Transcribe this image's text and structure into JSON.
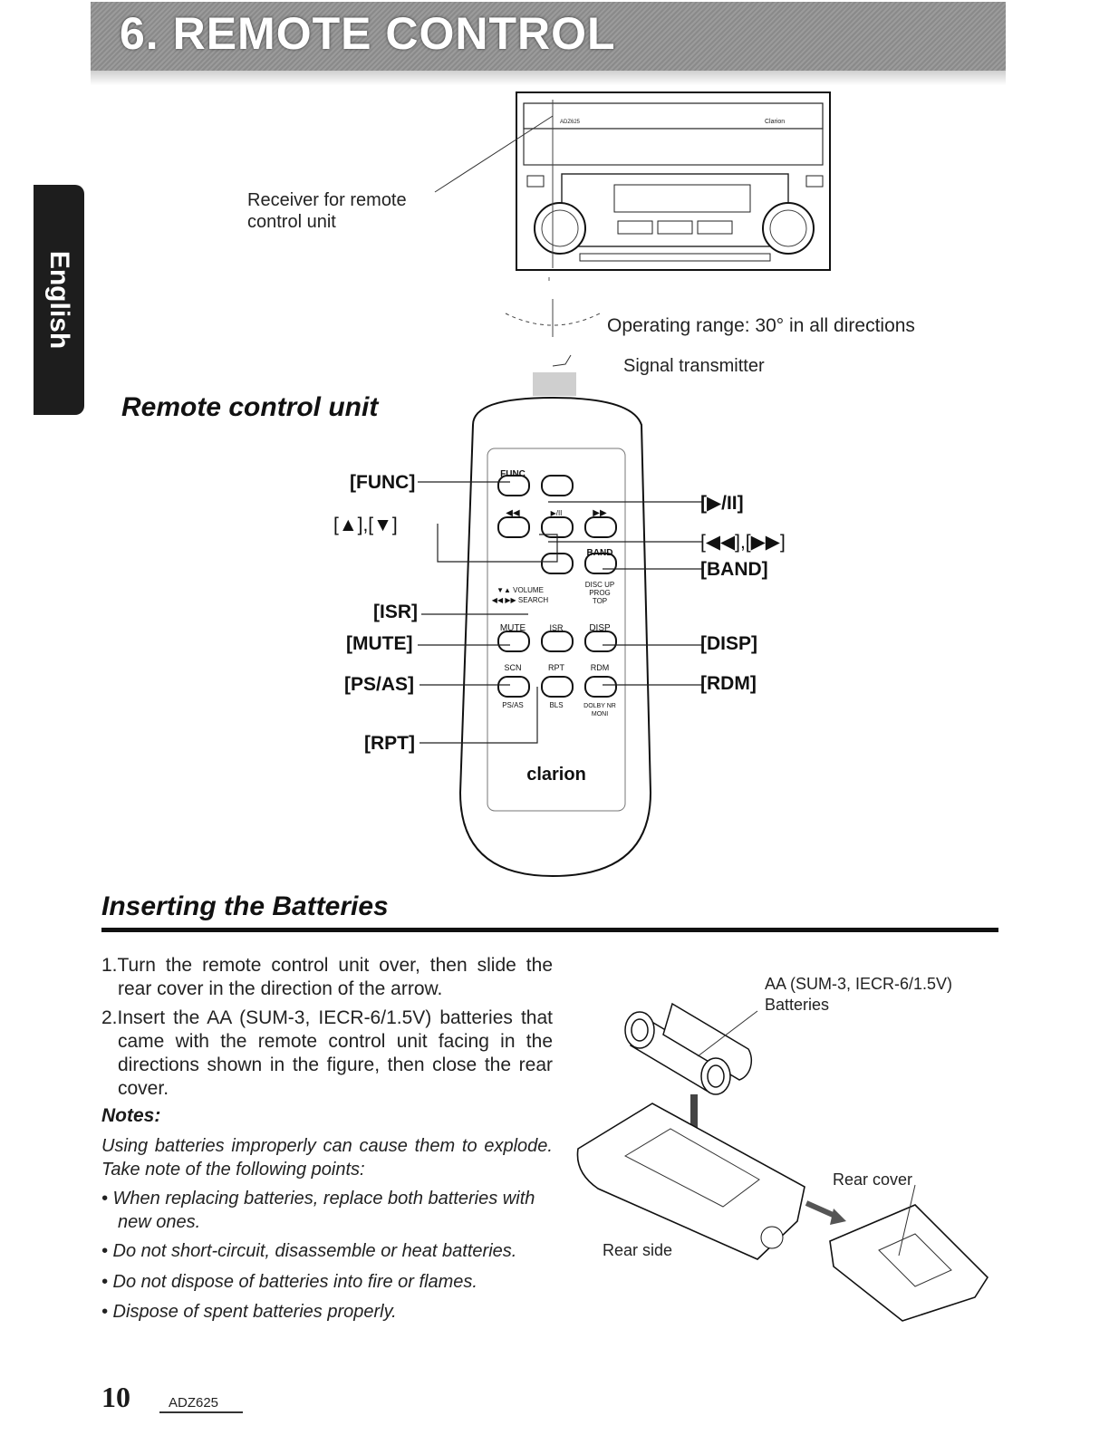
{
  "header": {
    "title": "6. REMOTE CONTROL"
  },
  "language_tab": {
    "label": "English"
  },
  "figure_top": {
    "device_brand_left": "ADZ625",
    "device_brand_right": "Clarion",
    "receiver_label_line1": "Receiver for remote",
    "receiver_label_line2": "control unit",
    "operating_range": "Operating range: 30° in all directions",
    "signal_transmitter": "Signal transmitter"
  },
  "remote_section": {
    "heading": "Remote control unit",
    "callouts_left": [
      "[FUNC]",
      "[▲],[▼]",
      "[ISR]",
      "[MUTE]",
      "[PS/AS]",
      "[RPT]"
    ],
    "callouts_right": [
      "[▶/II]",
      "[◀◀],[▶▶]",
      "[BAND]",
      "[DISP]",
      "[RDM]"
    ],
    "remote_labels": {
      "func": "FUNC",
      "rew": "◀◀",
      "playpause": "▶/II",
      "ff": "▶▶",
      "band": "BAND",
      "volume": "▼▲ VOLUME",
      "search": "◀◀ ▶▶ SEARCH",
      "disc_up": "DISC UP",
      "prog": "PROG",
      "top": "TOP",
      "mute": "MUTE",
      "isr": "ISR",
      "disp": "DISP",
      "scn": "SCN",
      "rpt": "RPT",
      "rdm": "RDM",
      "psas": "PS/AS",
      "bls": "BLS",
      "dolby": "DOLBY NR",
      "moni": "MONI",
      "brand": "clarion"
    }
  },
  "batteries_section": {
    "heading": "Inserting the Batteries",
    "steps": [
      "1.Turn the remote control unit over, then slide the rear cover in the direction of the arrow.",
      "2.Insert the AA (SUM-3, IECR-6/1.5V) batteries that came with the remote control unit facing in the directions shown in the figure, then close the rear cover."
    ],
    "notes_heading": "Notes:",
    "notes_intro": "Using batteries improperly can cause them to explode. Take note of the following points:",
    "notes": [
      "• When replacing batteries, replace both batteries with new ones.",
      "• Do not short-circuit, disassemble or heat batteries.",
      "• Do not dispose of batteries into fire or flames.",
      "• Dispose of spent batteries properly."
    ],
    "figure_labels": {
      "battery_line1": "AA (SUM-3, IECR-6/1.5V)",
      "battery_line2": "Batteries",
      "rear_cover": "Rear cover",
      "rear_side": "Rear side"
    }
  },
  "footer": {
    "page_number": "10",
    "model": "ADZ625"
  }
}
